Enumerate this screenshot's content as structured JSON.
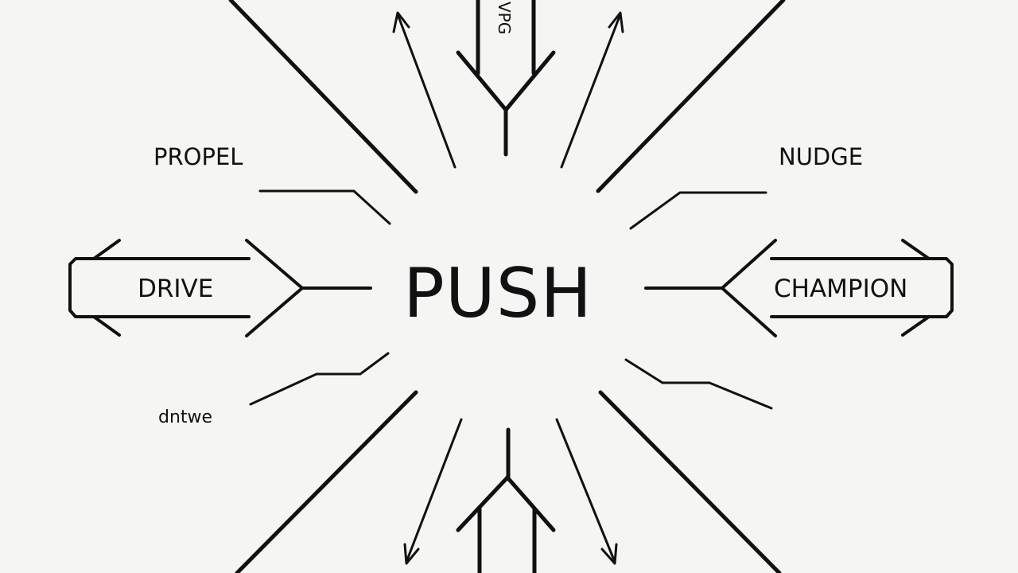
{
  "diagram": {
    "center_label": "PUSH",
    "labels": {
      "top_left": "PROPEL",
      "top_right": "NUDGE",
      "left_box": "DRIVE",
      "right_box": "CHAMPION",
      "bottom_left": "dntwe",
      "top_fragment": "VPG"
    }
  },
  "colors": {
    "background": "#f5f5f3",
    "ink": "#111111"
  }
}
